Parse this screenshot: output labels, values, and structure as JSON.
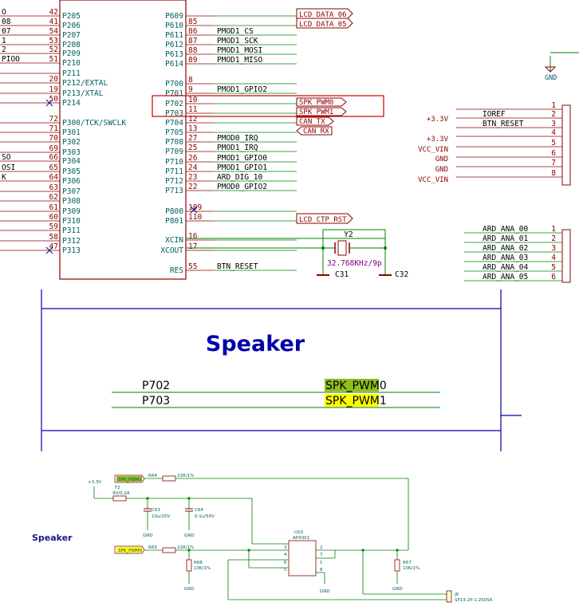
{
  "mcu": {
    "left_pins": [
      {
        "name": "P205",
        "num": "42",
        "net": "O"
      },
      {
        "name": "P206",
        "num": "41",
        "net": "08"
      },
      {
        "name": "P207",
        "num": "54",
        "net": "07"
      },
      {
        "name": "P208",
        "num": "53",
        "net": "1"
      },
      {
        "name": "P209",
        "num": "52",
        "net": "2"
      },
      {
        "name": "P210",
        "num": "51",
        "net": "PIOO"
      },
      {
        "name": "P211",
        "num": "",
        "net": ""
      },
      {
        "name": "P212/EXTAL",
        "num": "20",
        "net": ""
      },
      {
        "name": "P213/XTAL",
        "num": "19",
        "net": ""
      },
      {
        "name": "P214",
        "num": "50",
        "net": ""
      },
      {
        "name": "P300/TCK/SWCLK",
        "num": "72",
        "net": ""
      },
      {
        "name": "P301",
        "num": "71",
        "net": ""
      },
      {
        "name": "P302",
        "num": "70",
        "net": ""
      },
      {
        "name": "P303",
        "num": "69",
        "net": ""
      },
      {
        "name": "P304",
        "num": "66",
        "net": "SO"
      },
      {
        "name": "P305",
        "num": "65",
        "net": "OSI"
      },
      {
        "name": "P306",
        "num": "64",
        "net": "K"
      },
      {
        "name": "P307",
        "num": "63",
        "net": ""
      },
      {
        "name": "P308",
        "num": "62",
        "net": ""
      },
      {
        "name": "P309",
        "num": "61",
        "net": ""
      },
      {
        "name": "P310",
        "num": "60",
        "net": ""
      },
      {
        "name": "P311",
        "num": "59",
        "net": ""
      },
      {
        "name": "P312",
        "num": "58",
        "net": ""
      },
      {
        "name": "P313",
        "num": "47",
        "net": ""
      }
    ],
    "right_pins": [
      {
        "name": "P609",
        "num": "",
        "net": ""
      },
      {
        "name": "P610",
        "num": "85",
        "net": ""
      },
      {
        "name": "P611",
        "num": "86",
        "net": "PMOD1_CS"
      },
      {
        "name": "P612",
        "num": "87",
        "net": "PMOD1_SCK"
      },
      {
        "name": "P613",
        "num": "88",
        "net": "PMOD1_MOSI"
      },
      {
        "name": "P614",
        "num": "89",
        "net": "PMOD1_MISO"
      },
      {
        "name": "P700",
        "num": "8",
        "net": ""
      },
      {
        "name": "P701",
        "num": "9",
        "net": "PMOD1_GPIO2"
      },
      {
        "name": "P702",
        "num": "10",
        "net": ""
      },
      {
        "name": "P703",
        "num": "11",
        "net": ""
      },
      {
        "name": "P704",
        "num": "12",
        "net": ""
      },
      {
        "name": "P705",
        "num": "13",
        "net": ""
      },
      {
        "name": "P708",
        "num": "27",
        "net": "PMOD0_IRQ"
      },
      {
        "name": "P709",
        "num": "25",
        "net": "PMOD1_IRQ"
      },
      {
        "name": "P710",
        "num": "26",
        "net": "PMOD1_GPIO0"
      },
      {
        "name": "P711",
        "num": "24",
        "net": "PMOD1_GPIO1"
      },
      {
        "name": "P712",
        "num": "23",
        "net": "ARD_DIG_10"
      },
      {
        "name": "P713",
        "num": "22",
        "net": "PMOD0_GPIO2"
      },
      {
        "name": "P800",
        "num": "109",
        "net": ""
      },
      {
        "name": "P801",
        "num": "110",
        "net": ""
      },
      {
        "name": "XCIN",
        "num": "16",
        "net": ""
      },
      {
        "name": "XCOUT",
        "num": "17",
        "net": ""
      },
      {
        "name": "RES",
        "num": "55",
        "net": "BTN_RESET"
      }
    ],
    "global_labels": [
      "LCD_DATA_06",
      "LCD_DATA_05",
      "SPK_PWM0",
      "SPK_PWM1",
      "CAN_TX",
      "CAN_RX",
      "LCD_CTP_RST"
    ],
    "crystal": {
      "ref": "Y2",
      "value": "32.768KHz/9p",
      "c1": "C31",
      "c2": "C32"
    }
  },
  "power_header": {
    "gnd_top": "GND",
    "rows": [
      {
        "label": "",
        "pin": "1"
      },
      {
        "label": "IOREF",
        "pin": "2"
      },
      {
        "label": "BTN_RESET",
        "pin": "3"
      },
      {
        "label": "",
        "pin": "4"
      },
      {
        "label": "",
        "pin": "5"
      },
      {
        "label": "",
        "pin": "6"
      },
      {
        "label": "",
        "pin": "7"
      },
      {
        "label": "",
        "pin": "8"
      }
    ],
    "power_labels": [
      "+3.3V",
      "+3.3V",
      "VCC_VIN",
      "GND",
      "GND",
      "VCC_VIN"
    ]
  },
  "analog_header": {
    "rows": [
      {
        "label": "ARD_ANA_00",
        "pin": "1"
      },
      {
        "label": "ARD_ANA_01",
        "pin": "2"
      },
      {
        "label": "ARD_ANA_02",
        "pin": "3"
      },
      {
        "label": "ARD_ANA_03",
        "pin": "4"
      },
      {
        "label": "ARD_ANA_04",
        "pin": "5"
      },
      {
        "label": "ARD_ANA_05",
        "pin": "6"
      }
    ]
  },
  "speaker_section": {
    "title": "Speaker",
    "rows": [
      {
        "pin": "P702",
        "signal_hl": "SPK_PWM",
        "signal_tail": "0"
      },
      {
        "pin": "P703",
        "signal_hl": "SPK_PWM",
        "signal_tail": "1"
      }
    ]
  },
  "speaker_circuit": {
    "title": "Speaker",
    "label_pwm1": "SPK_PWM1",
    "label_pwm0": "SPK_PWM0",
    "v33": "+3.3V",
    "f2": "F2",
    "f2_val": "9V/0.2A",
    "r64": "R64",
    "r64_val": "22R/1%",
    "r65": "R65",
    "r65_val": "22R/1%",
    "c63": "C63",
    "c63_val": "10u/25V",
    "c64": "C64",
    "c64_val": "0.1u/50V",
    "u10": "U10",
    "u10_val": "AP4301",
    "r66": "R66",
    "r66_val": "10K/1%",
    "r67": "R67",
    "r67_val": "10K/1%",
    "j8": "J8",
    "j8_val": "SF13-2P-1.2505A",
    "gnd": "GND"
  },
  "colors": {
    "pin_red": "#8b0000",
    "wire_green": "#008000",
    "text_teal": "#00605f",
    "frame_blue": "#0000aa",
    "highlight_green": "#8fbf1f",
    "highlight_yellow": "#ffff00"
  }
}
